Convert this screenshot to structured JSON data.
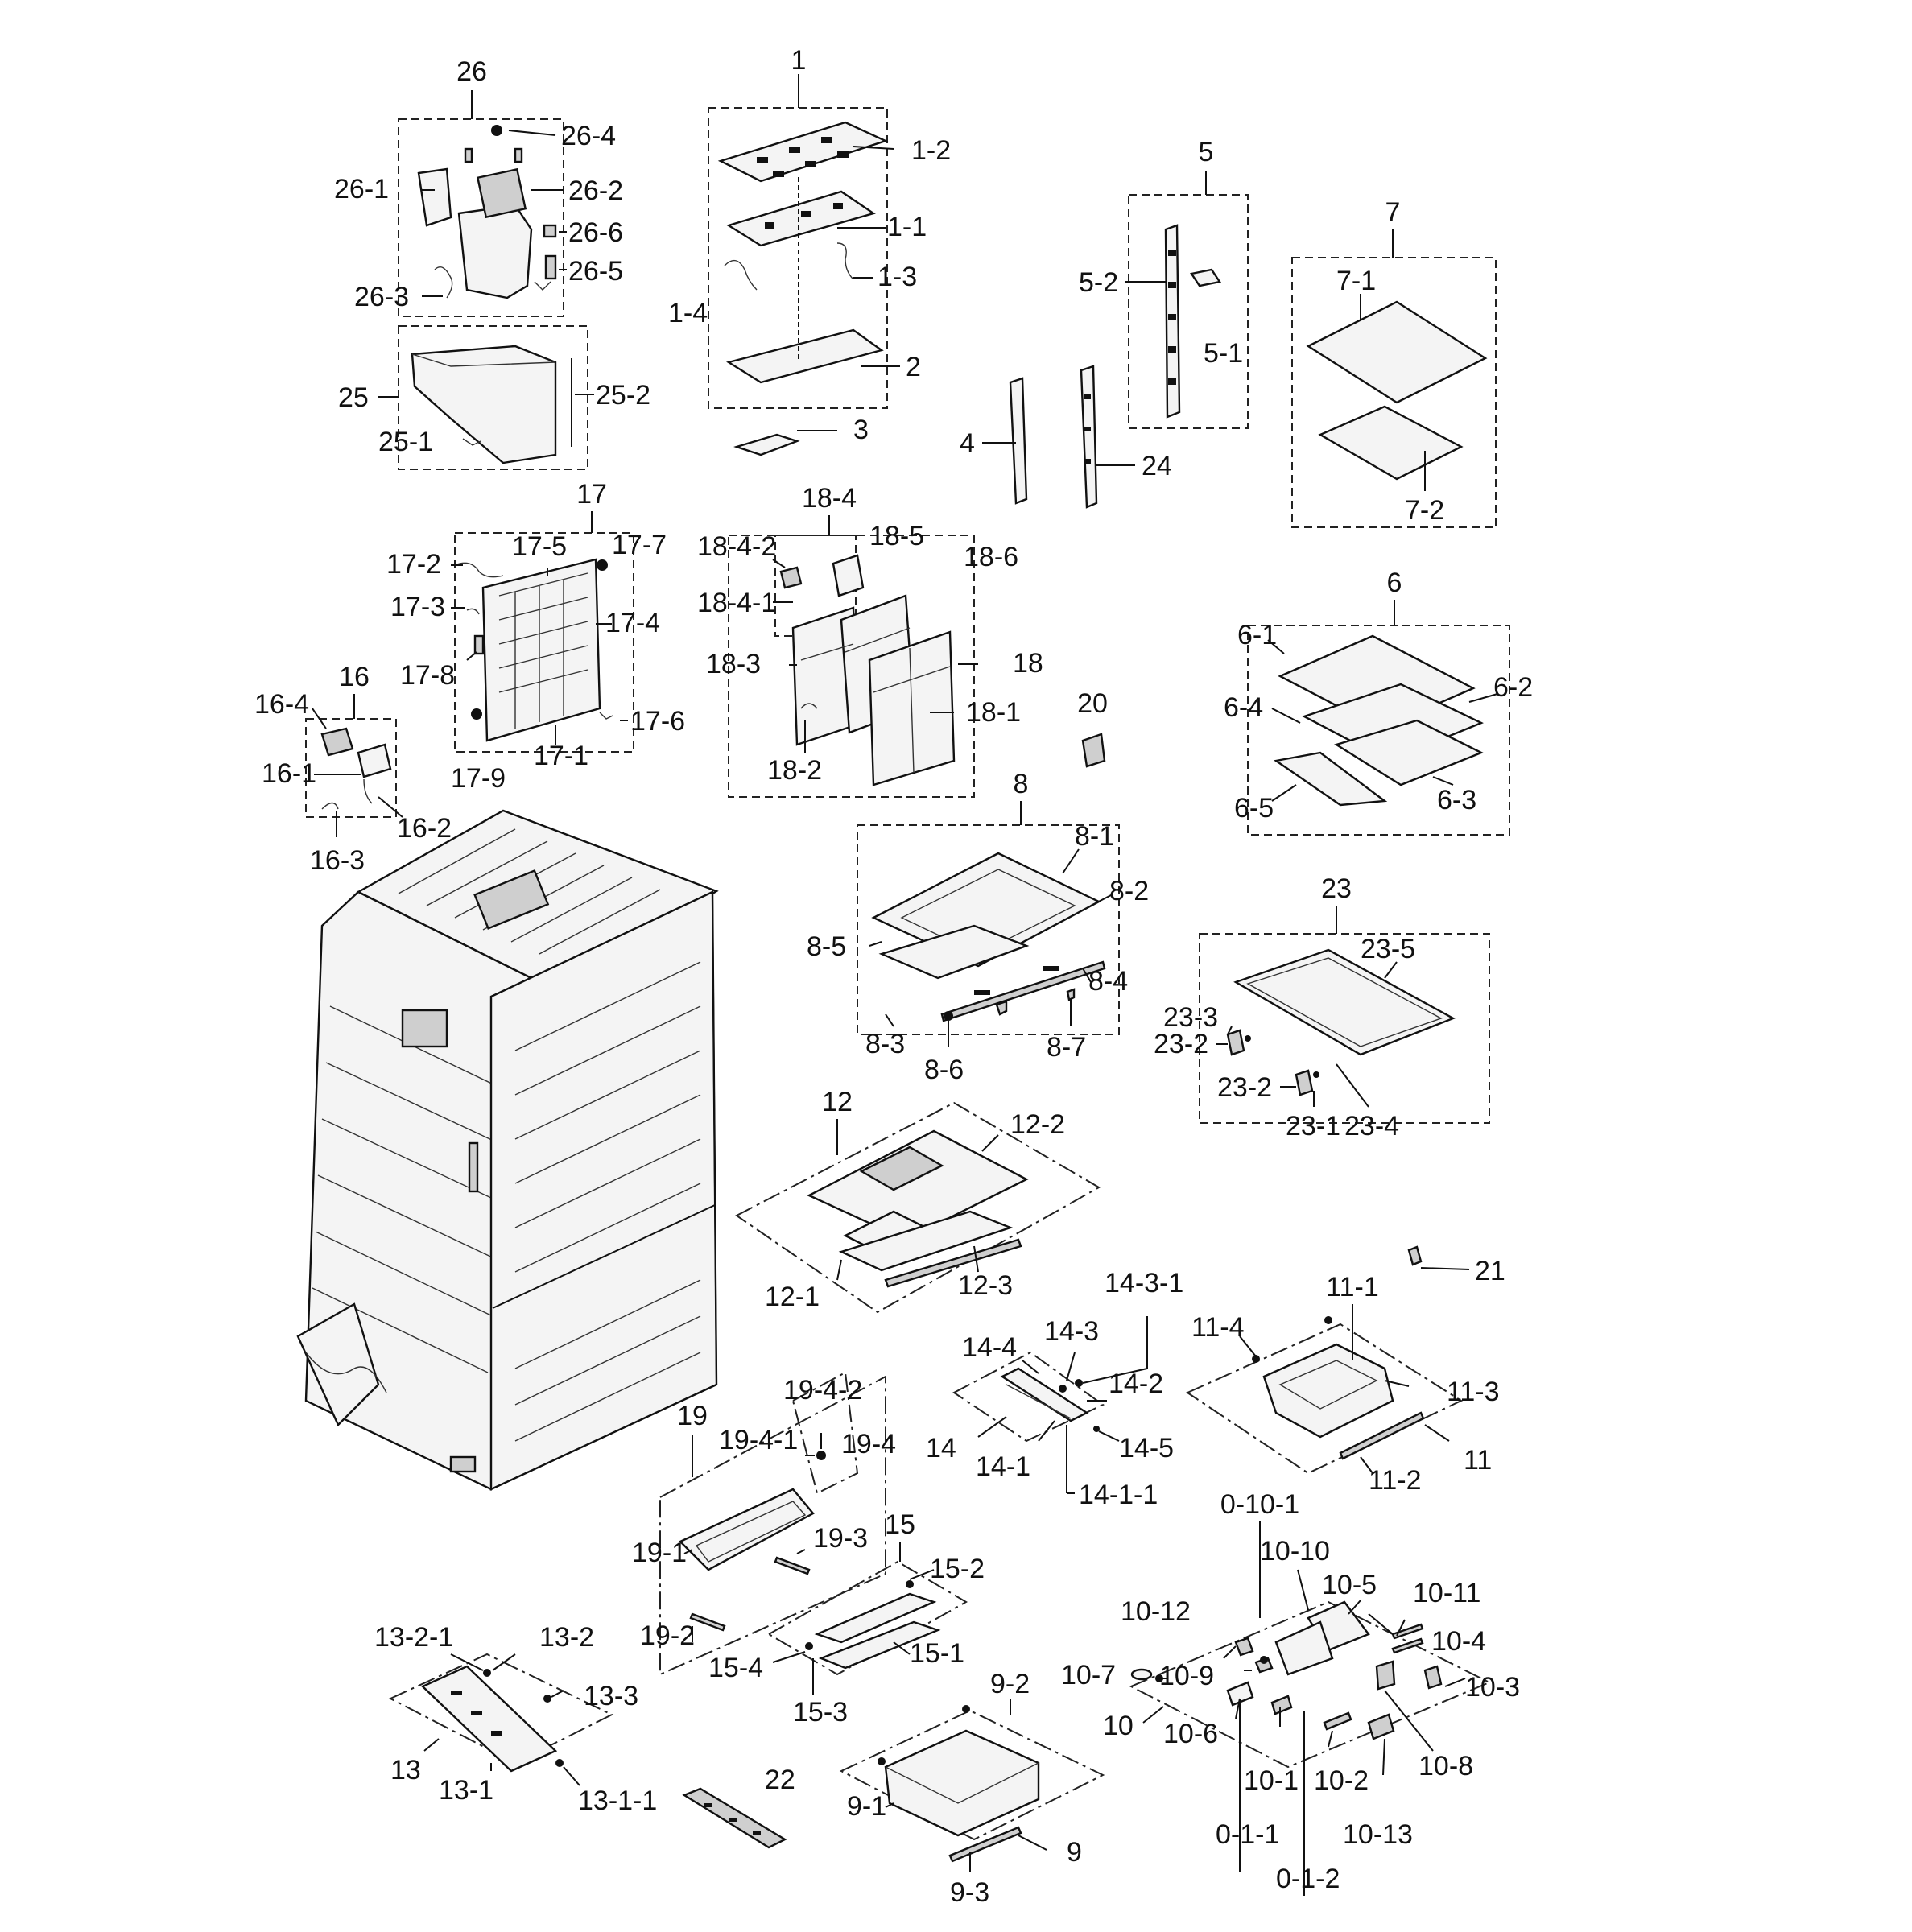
{
  "callouts": {
    "c1": "1",
    "c1_1": "1-1",
    "c1_2": "1-2",
    "c1_3": "1-3",
    "c1_4": "1-4",
    "c2": "2",
    "c3": "3",
    "c4": "4",
    "c5": "5",
    "c5_1": "5-1",
    "c5_2": "5-2",
    "c6": "6",
    "c6_1": "6-1",
    "c6_2": "6-2",
    "c6_3": "6-3",
    "c6_4": "6-4",
    "c6_5": "6-5",
    "c7": "7",
    "c7_1": "7-1",
    "c7_2": "7-2",
    "c8": "8",
    "c8_1": "8-1",
    "c8_2": "8-2",
    "c8_3": "8-3",
    "c8_4": "8-4",
    "c8_5": "8-5",
    "c8_6": "8-6",
    "c8_7": "8-7",
    "c9": "9",
    "c9_1": "9-1",
    "c9_2": "9-2",
    "c9_3": "9-3",
    "c10": "10",
    "c10_1": "10-1",
    "c10_2": "10-2",
    "c10_3": "10-3",
    "c10_4": "10-4",
    "c10_5": "10-5",
    "c10_6": "10-6",
    "c10_7": "10-7",
    "c10_8": "10-8",
    "c10_9": "10-9",
    "c10_10": "10-10",
    "c10_11": "10-11",
    "c10_12": "10-12",
    "c10_13": "10-13",
    "c0_10_1": "0-10-1",
    "c0_1_1": "0-1-1",
    "c0_1_2": "0-1-2",
    "c11": "11",
    "c11_1": "11-1",
    "c11_2": "11-2",
    "c11_3": "11-3",
    "c11_4": "11-4",
    "c12": "12",
    "c12_1": "12-1",
    "c12_2": "12-2",
    "c12_3": "12-3",
    "c13": "13",
    "c13_1": "13-1",
    "c13_1_1": "13-1-1",
    "c13_2": "13-2",
    "c13_2_1": "13-2-1",
    "c13_3": "13-3",
    "c14": "14",
    "c14_1": "14-1",
    "c14_1_1": "14-1-1",
    "c14_2": "14-2",
    "c14_3": "14-3",
    "c14_3_1": "14-3-1",
    "c14_4": "14-4",
    "c14_5": "14-5",
    "c15": "15",
    "c15_1": "15-1",
    "c15_2": "15-2",
    "c15_3": "15-3",
    "c15_4": "15-4",
    "c16": "16",
    "c16_1": "16-1",
    "c16_2": "16-2",
    "c16_3": "16-3",
    "c16_4": "16-4",
    "c17": "17",
    "c17_1": "17-1",
    "c17_2": "17-2",
    "c17_3": "17-3",
    "c17_4": "17-4",
    "c17_5": "17-5",
    "c17_6": "17-6",
    "c17_7": "17-7",
    "c17_8": "17-8",
    "c17_9": "17-9",
    "c18": "18",
    "c18_1": "18-1",
    "c18_2": "18-2",
    "c18_3": "18-3",
    "c18_4": "18-4",
    "c18_4_1": "18-4-1",
    "c18_4_2": "18-4-2",
    "c18_5": "18-5",
    "c18_6": "18-6",
    "c19": "19",
    "c19_1": "19-1",
    "c19_2": "19-2",
    "c19_3": "19-3",
    "c19_4": "19-4",
    "c19_4_1": "19-4-1",
    "c19_4_2": "19-4-2",
    "c20": "20",
    "c21": "21",
    "c22": "22",
    "c23": "23",
    "c23_1": "23-1",
    "c23_2a": "23-2",
    "c23_2b": "23-2",
    "c23_3": "23-3",
    "c23_4": "23-4",
    "c23_5": "23-5",
    "c24": "24",
    "c25": "25",
    "c25_1": "25-1",
    "c25_2": "25-2",
    "c26": "26",
    "c26_1": "26-1",
    "c26_2": "26-2",
    "c26_3": "26-3",
    "c26_4": "26-4",
    "c26_5": "26-5",
    "c26_6": "26-6"
  }
}
